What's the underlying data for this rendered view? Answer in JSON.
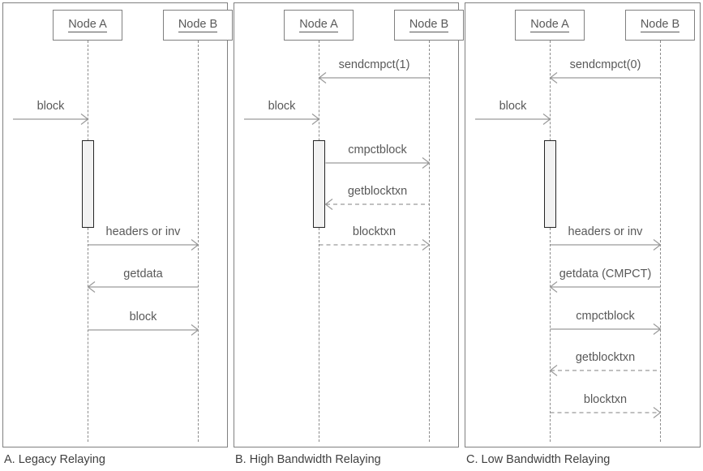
{
  "diagram": {
    "title_visible": false,
    "colors": {
      "panel_border": "#808080",
      "lifeline": "#8c8c8c",
      "arrow": "#808080",
      "text": "#595959",
      "caption_text": "#404040",
      "activation_fill": "#f2f2f2",
      "activation_border": "#262626"
    }
  },
  "panels": [
    {
      "id": "A",
      "caption": "A. Legacy Relaying",
      "nodes": [
        {
          "label": "Node A",
          "name": "node-a"
        },
        {
          "label": "Node B",
          "name": "node-b"
        }
      ],
      "messages": [
        {
          "label": "block",
          "from": "external",
          "to": "A",
          "style": "solid",
          "dir": "right"
        },
        {
          "label": "headers or inv",
          "from": "A",
          "to": "B",
          "style": "solid",
          "dir": "right"
        },
        {
          "label": "getdata",
          "from": "B",
          "to": "A",
          "style": "solid",
          "dir": "left"
        },
        {
          "label": "block",
          "from": "A",
          "to": "B",
          "style": "solid",
          "dir": "right"
        }
      ]
    },
    {
      "id": "B",
      "caption": "B. High Bandwidth Relaying",
      "nodes": [
        {
          "label": "Node A",
          "name": "node-a"
        },
        {
          "label": "Node B",
          "name": "node-b"
        }
      ],
      "messages": [
        {
          "label": "sendcmpct(1)",
          "from": "B",
          "to": "A",
          "style": "solid",
          "dir": "left"
        },
        {
          "label": "block",
          "from": "external",
          "to": "A",
          "style": "solid",
          "dir": "right"
        },
        {
          "label": "cmpctblock",
          "from": "A",
          "to": "B",
          "style": "solid",
          "dir": "right"
        },
        {
          "label": "getblocktxn",
          "from": "B",
          "to": "A",
          "style": "dashed",
          "dir": "left"
        },
        {
          "label": "blocktxn",
          "from": "A",
          "to": "B",
          "style": "dashed",
          "dir": "right"
        }
      ]
    },
    {
      "id": "C",
      "caption": "C. Low Bandwidth Relaying",
      "nodes": [
        {
          "label": "Node A",
          "name": "node-a"
        },
        {
          "label": "Node B",
          "name": "node-b"
        }
      ],
      "messages": [
        {
          "label": "sendcmpct(0)",
          "from": "B",
          "to": "A",
          "style": "solid",
          "dir": "left"
        },
        {
          "label": "block",
          "from": "external",
          "to": "A",
          "style": "solid",
          "dir": "right"
        },
        {
          "label": "headers or inv",
          "from": "A",
          "to": "B",
          "style": "solid",
          "dir": "right"
        },
        {
          "label": "getdata (CMPCT)",
          "from": "B",
          "to": "A",
          "style": "solid",
          "dir": "left"
        },
        {
          "label": "cmpctblock",
          "from": "A",
          "to": "B",
          "style": "solid",
          "dir": "right"
        },
        {
          "label": "getblocktxn",
          "from": "B",
          "to": "A",
          "style": "dashed",
          "dir": "left"
        },
        {
          "label": "blocktxn",
          "from": "A",
          "to": "B",
          "style": "dashed",
          "dir": "right"
        }
      ]
    }
  ],
  "labels": {
    "panel_a": {
      "node_a": "Node A",
      "node_b": "Node B",
      "m0": "block",
      "m1": "headers or inv",
      "m2": "getdata",
      "m3": "block",
      "caption": "A. Legacy Relaying"
    },
    "panel_b": {
      "node_a": "Node A",
      "node_b": "Node B",
      "m0": "sendcmpct(1)",
      "m1": "block",
      "m2": "cmpctblock",
      "m3": "getblocktxn",
      "m4": "blocktxn",
      "caption": "B. High Bandwidth Relaying"
    },
    "panel_c": {
      "node_a": "Node A",
      "node_b": "Node B",
      "m0": "sendcmpct(0)",
      "m1": "block",
      "m2": "headers or inv",
      "m3": "getdata (CMPCT)",
      "m4": "cmpctblock",
      "m5": "getblocktxn",
      "m6": "blocktxn",
      "caption": "C. Low Bandwidth Relaying"
    }
  }
}
